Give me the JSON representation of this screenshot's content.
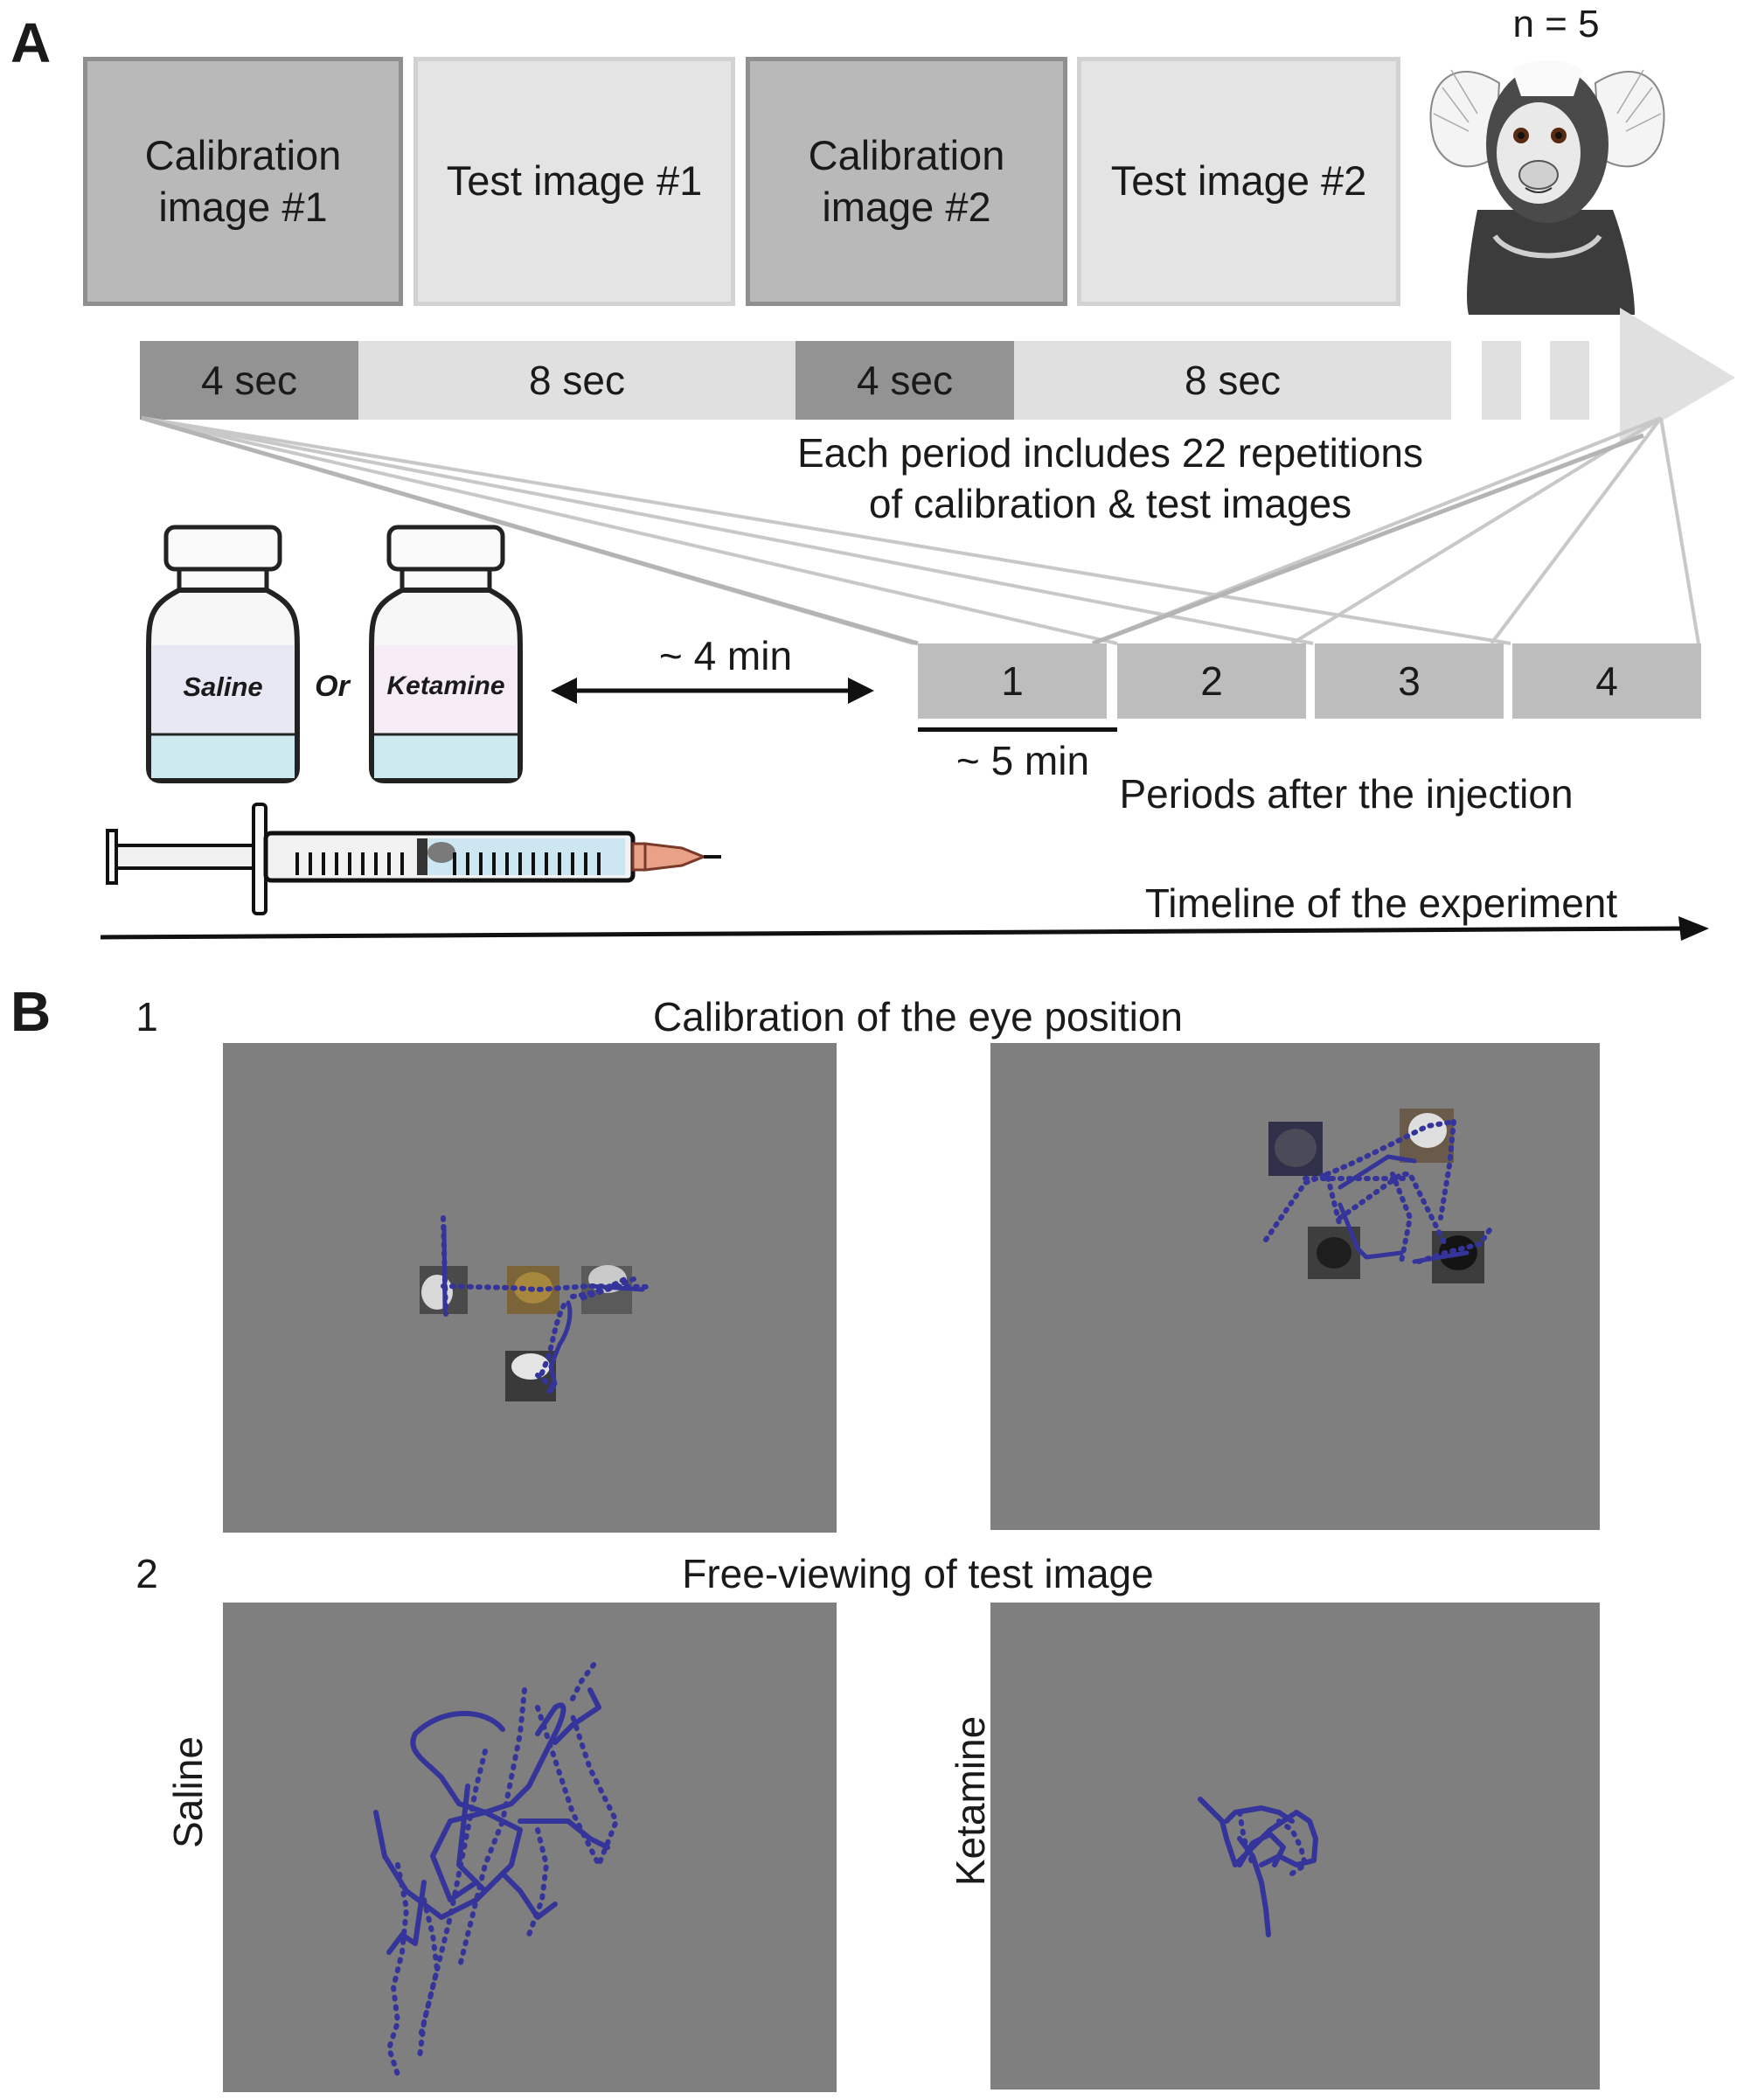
{
  "panel_a": {
    "letter": "A",
    "n_label": "n = 5",
    "image_boxes": [
      {
        "kind": "calibration",
        "label": "Calibration image #1"
      },
      {
        "kind": "test",
        "label": "Test image #1"
      },
      {
        "kind": "calibration",
        "label": "Calibration image #2"
      },
      {
        "kind": "test",
        "label": "Test image #2"
      }
    ],
    "timeline_segments": [
      "4 sec",
      "8 sec",
      "4 sec",
      "8 sec"
    ],
    "repetition_note": [
      "Each period includes 22 repetitions",
      "of calibration & test images"
    ],
    "vials": {
      "left": "Saline",
      "connector": "Or",
      "right": "Ketamine"
    },
    "delay_label": "~ 4 min",
    "periods": [
      "1",
      "2",
      "3",
      "4"
    ],
    "period_duration": "~ 5 min",
    "periods_caption": "Periods after the injection",
    "experiment_timeline": "Timeline of the experiment"
  },
  "panel_b": {
    "letter": "B",
    "row1": {
      "number": "1",
      "title": "Calibration of the eye position"
    },
    "row2": {
      "number": "2",
      "title": "Free-viewing of test image",
      "left_label": "Saline",
      "right_label": "Ketamine"
    }
  },
  "colors": {
    "trace": "#3a3a9a",
    "plot_background": "#7f7f7f",
    "calibration_box": "#b9b9b9",
    "test_box": "#e4e4e4",
    "segment_dark": "#939393",
    "segment_light": "#e0e0e0",
    "period_box": "#bdbdbd"
  },
  "icons": [
    "marmoset-icon",
    "vial-icon",
    "syringe-icon"
  ]
}
